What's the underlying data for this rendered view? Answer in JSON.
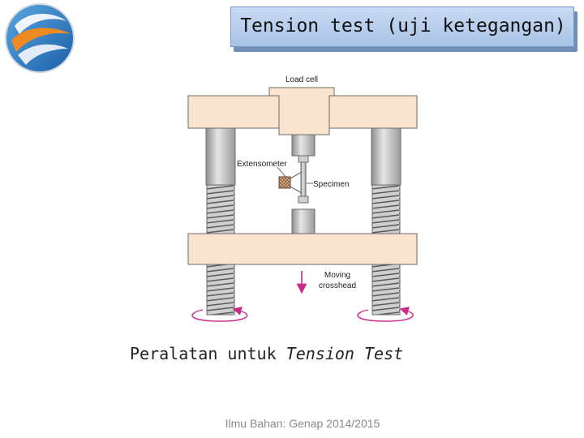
{
  "slide": {
    "title": "Tension test (uji ketegangan)",
    "caption_plain": "Peralatan untuk ",
    "caption_italic": "Tension Test",
    "footer": "Ilmu Bahan: Genap 2014/2015"
  },
  "diagram": {
    "labels": {
      "load_cell": "Load cell",
      "extensometer": "Extensometer",
      "specimen": "Specimen",
      "moving_line1": "Moving",
      "moving_line2": "crosshead"
    },
    "colors": {
      "frame": "#fbe4cf",
      "frame_stroke": "#6b6b6b",
      "column": "#bdbdbd",
      "arrow": "#cc2a8a",
      "logo_blue": "#1f6fb6",
      "logo_orange": "#ef8a22"
    },
    "icons": [
      "logo-icon",
      "down-arrow-icon",
      "rotation-arrow-icon"
    ]
  }
}
